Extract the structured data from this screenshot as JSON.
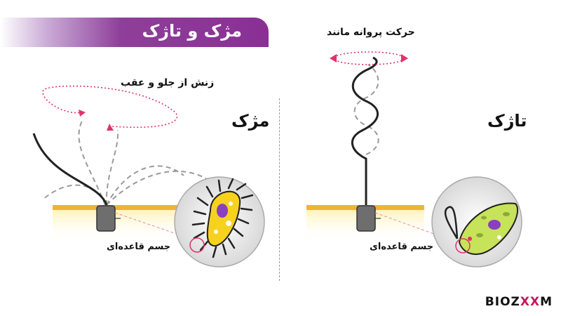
{
  "banner": {
    "title": "مژک و تاژک"
  },
  "cilia": {
    "title": "مژک",
    "motion_label": "زنش از جلو و عقب",
    "basal_body_label": "جسم قاعده‌ای"
  },
  "flagella": {
    "title": "تاژک",
    "motion_label": "حرکت پروانه مانند",
    "basal_body_label": "جسم قاعده‌ای"
  },
  "logo": {
    "text_a": "BIOZ",
    "text_b": "XX",
    "text_c": "M"
  },
  "colors": {
    "banner": "#8a2f95",
    "membrane": "#f2b233",
    "cell_fill": "#fff7c2",
    "arrow": "#e0336b",
    "basal_body": "#6e6e6e",
    "cell_green": "#c7e35a",
    "cell_yellow": "#f6d21f"
  }
}
